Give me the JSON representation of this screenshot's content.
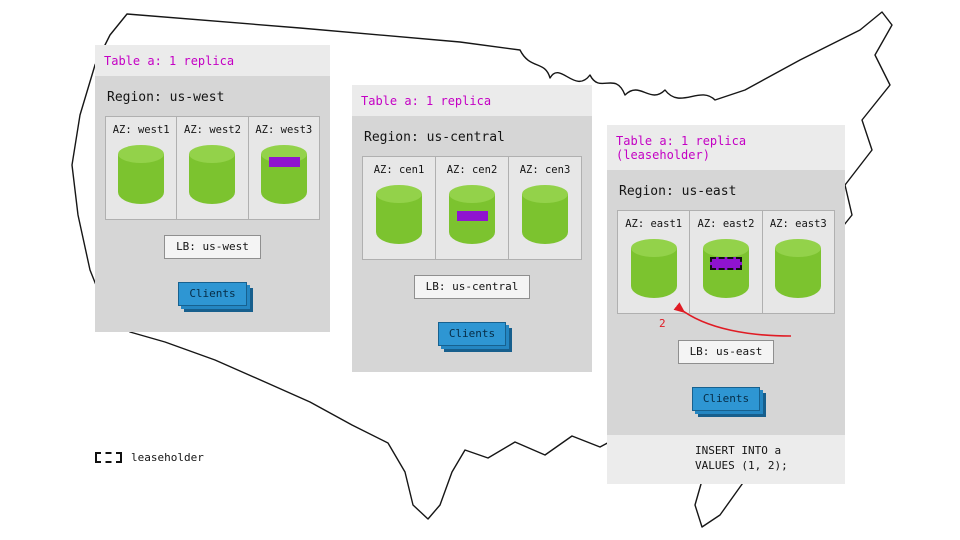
{
  "regions": [
    {
      "table_label": "Table a: 1 replica",
      "region_label": "Region: us-west",
      "azs": [
        {
          "label": "AZ: west1",
          "marker": "none"
        },
        {
          "label": "AZ: west2",
          "marker": "none"
        },
        {
          "label": "AZ: west3",
          "marker": "replica"
        }
      ],
      "lb_label": "LB: us-west",
      "clients_label": "Clients"
    },
    {
      "table_label": "Table a: 1 replica",
      "region_label": "Region: us-central",
      "azs": [
        {
          "label": "AZ: cen1",
          "marker": "none"
        },
        {
          "label": "AZ: cen2",
          "marker": "replica"
        },
        {
          "label": "AZ: cen3",
          "marker": "none"
        }
      ],
      "lb_label": "LB: us-central",
      "clients_label": "Clients"
    },
    {
      "table_label": "Table a: 1 replica (leaseholder)",
      "region_label": "Region: us-east",
      "azs": [
        {
          "label": "AZ: east1",
          "marker": "none"
        },
        {
          "label": "AZ: east2",
          "marker": "leaseholder"
        },
        {
          "label": "AZ: east3",
          "marker": "none"
        }
      ],
      "lb_label": "LB: us-east",
      "clients_label": "Clients",
      "arrow_label": "2",
      "sql_line1": "INSERT INTO a",
      "sql_line2": "VALUES (1, 2);"
    }
  ],
  "legend": {
    "label": "leaseholder"
  },
  "colors": {
    "replica_green": "#7cc32f",
    "replica_green_top": "#93d24a",
    "marker_purple": "#8f13d0",
    "header_magenta": "#c400c4",
    "client_blue": "#2e96d3",
    "arrow_red": "#e01b24",
    "panel_gray": "#d6d6d6"
  }
}
